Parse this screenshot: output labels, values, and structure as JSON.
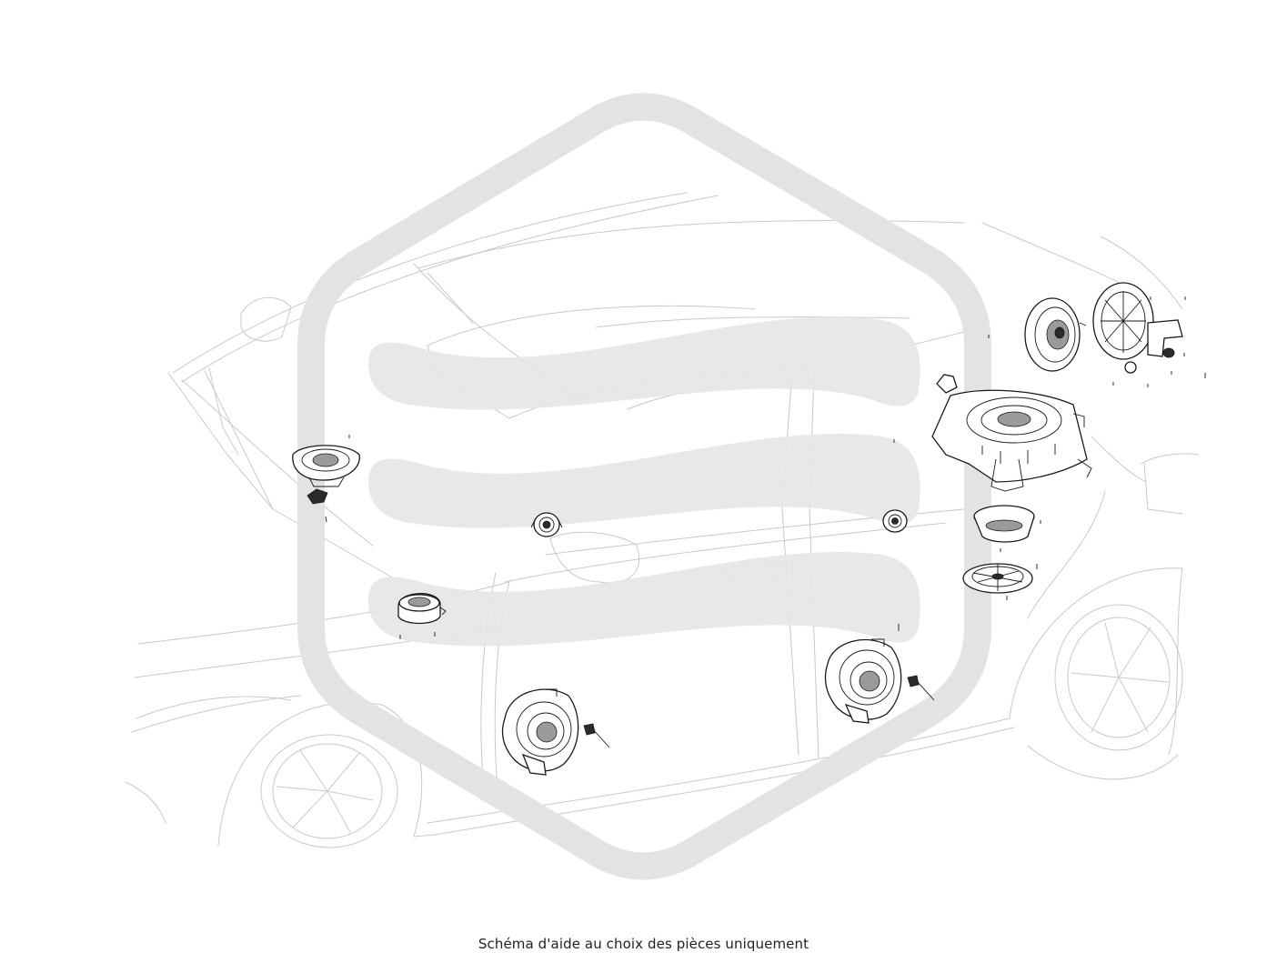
{
  "caption": "Schéma d'aide au choix des pièces uniquement",
  "colors": {
    "background": "#ffffff",
    "car_outline": "#c9c9c9",
    "parts": "#1a1a1a",
    "watermark": "#e3e3e3",
    "caption_text": "#222222"
  },
  "icons": [
    "car-outline",
    "watermark-logo",
    "speaker-part",
    "tweeter-part",
    "subwoofer-part",
    "bolt-part"
  ]
}
